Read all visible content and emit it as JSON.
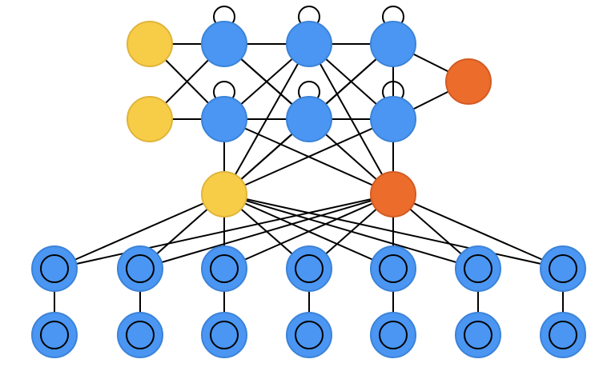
{
  "colors": {
    "blue": "#4a96f2",
    "yellow": "#f7cd48",
    "orange": "#ec6c2c",
    "edge": "#000000",
    "background": "#ffffff"
  },
  "legend": [],
  "nodes": [
    {
      "id": "y1",
      "kind": "yellow",
      "grid": "top-left",
      "row": 1
    },
    {
      "id": "y2",
      "kind": "yellow",
      "grid": "top-left",
      "row": 2
    },
    {
      "id": "a1",
      "kind": "blue-self-loop",
      "row": 1
    },
    {
      "id": "a2",
      "kind": "blue-self-loop",
      "row": 1
    },
    {
      "id": "a3",
      "kind": "blue-self-loop",
      "row": 1
    },
    {
      "id": "b1",
      "kind": "blue-self-loop",
      "row": 2
    },
    {
      "id": "b2",
      "kind": "blue-self-loop",
      "row": 2
    },
    {
      "id": "b3",
      "kind": "blue-self-loop",
      "row": 2
    },
    {
      "id": "o1",
      "kind": "orange",
      "row": "right"
    },
    {
      "id": "m1",
      "kind": "yellow",
      "row": 3
    },
    {
      "id": "m2",
      "kind": "orange",
      "row": 3
    },
    {
      "id": "c1",
      "kind": "blue-ring",
      "row": 4
    },
    {
      "id": "c2",
      "kind": "blue-ring",
      "row": 4
    },
    {
      "id": "c3",
      "kind": "blue-ring",
      "row": 4
    },
    {
      "id": "c4",
      "kind": "blue-ring",
      "row": 4
    },
    {
      "id": "c5",
      "kind": "blue-ring",
      "row": 4
    },
    {
      "id": "c6",
      "kind": "blue-ring",
      "row": 4
    },
    {
      "id": "c7",
      "kind": "blue-ring",
      "row": 4
    },
    {
      "id": "d1",
      "kind": "blue-ring",
      "row": 5
    },
    {
      "id": "d2",
      "kind": "blue-ring",
      "row": 5
    },
    {
      "id": "d3",
      "kind": "blue-ring",
      "row": 5
    },
    {
      "id": "d4",
      "kind": "blue-ring",
      "row": 5
    },
    {
      "id": "d5",
      "kind": "blue-ring",
      "row": 5
    },
    {
      "id": "d6",
      "kind": "blue-ring",
      "row": 5
    },
    {
      "id": "d7",
      "kind": "blue-ring",
      "row": 5
    }
  ],
  "edges": [
    [
      "y1",
      "a1"
    ],
    [
      "y1",
      "b1"
    ],
    [
      "y2",
      "a1"
    ],
    [
      "y2",
      "b1"
    ],
    [
      "a1",
      "a2"
    ],
    [
      "a2",
      "a3"
    ],
    [
      "b1",
      "b2"
    ],
    [
      "b2",
      "b3"
    ],
    [
      "a1",
      "b2"
    ],
    [
      "b1",
      "a2"
    ],
    [
      "a2",
      "b3"
    ],
    [
      "b2",
      "a3"
    ],
    [
      "a1",
      "m2"
    ],
    [
      "a2",
      "m2"
    ],
    [
      "a3",
      "m1"
    ],
    [
      "b1",
      "m2"
    ],
    [
      "b3",
      "m1"
    ],
    [
      "b2",
      "m1"
    ],
    [
      "a2",
      "m1"
    ],
    [
      "a3",
      "m2"
    ],
    [
      "b1",
      "m1"
    ],
    [
      "b3",
      "m2"
    ],
    [
      "a3",
      "o1"
    ],
    [
      "b3",
      "o1"
    ],
    [
      "m1",
      "c1"
    ],
    [
      "m1",
      "c2"
    ],
    [
      "m1",
      "c3"
    ],
    [
      "m1",
      "c4"
    ],
    [
      "m1",
      "c5"
    ],
    [
      "m1",
      "c6"
    ],
    [
      "m1",
      "c7"
    ],
    [
      "m2",
      "c1"
    ],
    [
      "m2",
      "c2"
    ],
    [
      "m2",
      "c3"
    ],
    [
      "m2",
      "c4"
    ],
    [
      "m2",
      "c5"
    ],
    [
      "m2",
      "c6"
    ],
    [
      "m2",
      "c7"
    ],
    [
      "c1",
      "d1"
    ],
    [
      "c2",
      "d2"
    ],
    [
      "c3",
      "d3"
    ],
    [
      "c4",
      "d4"
    ],
    [
      "c5",
      "d5"
    ],
    [
      "c6",
      "d6"
    ],
    [
      "c7",
      "d7"
    ]
  ]
}
